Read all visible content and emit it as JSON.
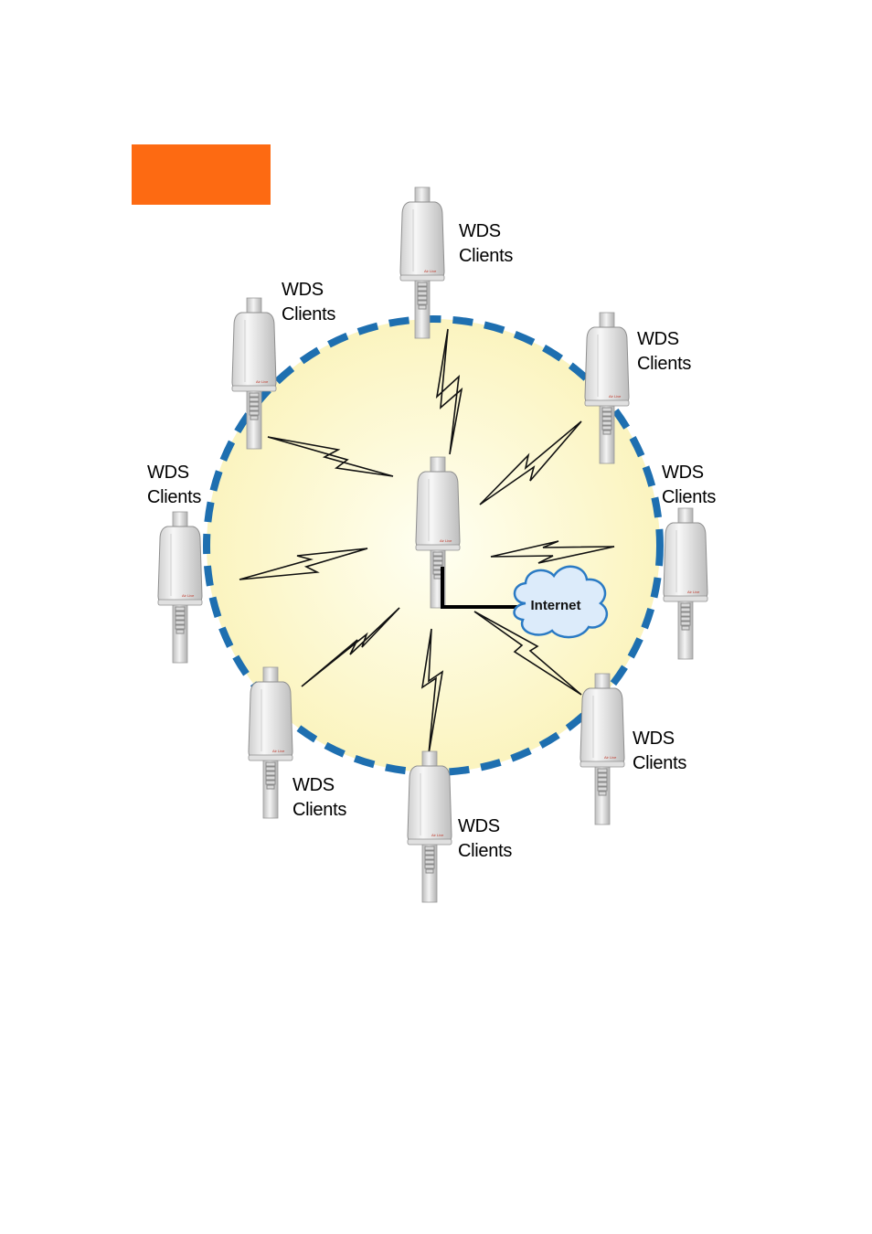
{
  "colors": {
    "accent_block": "#fd6a12",
    "circle_dash": "#1e6fb0",
    "circle_fill_center": "#fffff2",
    "circle_fill_edge": "#fbf4bf",
    "cloud_fill": "#dcebfa",
    "cloud_stroke": "#2a7ac4",
    "device_body": "#ececec",
    "pole": "#e2e2e2"
  },
  "icons": {
    "access_point": "outdoor-access-point-icon",
    "wireless_link": "lightning-bolt-icon",
    "internet": "cloud-icon"
  },
  "nodes": {
    "client_label_line1": "WDS",
    "client_label_line2": "Clients",
    "internet_label": "Internet"
  },
  "clients": [
    {
      "line1": "WDS",
      "line2": "Clients"
    },
    {
      "line1": "WDS",
      "line2": "Clients"
    },
    {
      "line1": "WDS",
      "line2": "Clients"
    },
    {
      "line1": "WDS",
      "line2": "Clients"
    },
    {
      "line1": "WDS",
      "line2": "Clients"
    },
    {
      "line1": "WDS",
      "line2": "Clients"
    },
    {
      "line1": "WDS",
      "line2": "Clients"
    },
    {
      "line1": "WDS",
      "line2": "Clients"
    }
  ]
}
